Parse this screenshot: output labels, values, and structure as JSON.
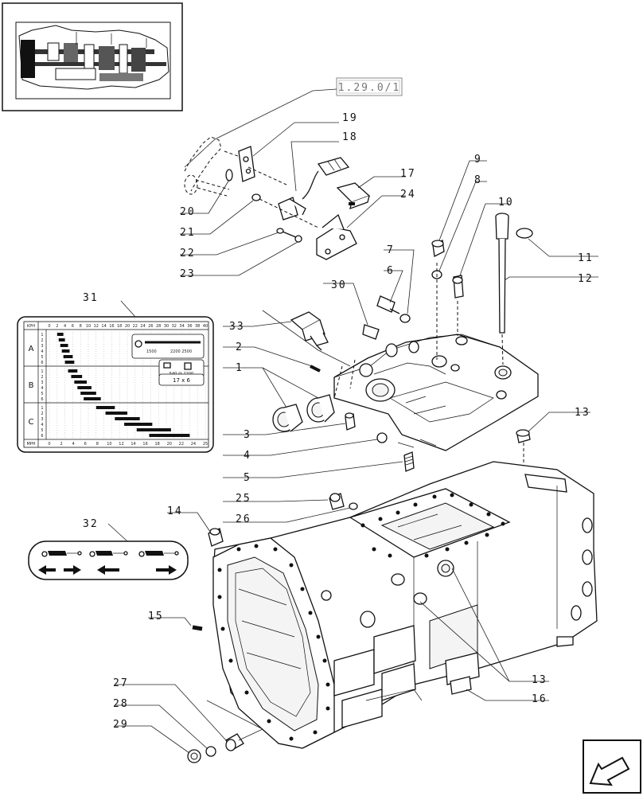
{
  "reference_box": {
    "label": "1.29.0/1"
  },
  "callouts": [
    "1",
    "2",
    "3",
    "4",
    "5",
    "6",
    "7",
    "8",
    "9",
    "10",
    "11",
    "12",
    "13",
    "14",
    "15",
    "16",
    "17",
    "18",
    "19",
    "20",
    "21",
    "22",
    "23",
    "24",
    "25",
    "26",
    "27",
    "28",
    "29",
    "30",
    "31",
    "32",
    "33"
  ],
  "speed_chart": {
    "header_left": "KPH",
    "footer_left": "MPH",
    "groups": [
      "A",
      "B",
      "C"
    ],
    "gears": [
      "1",
      "2",
      "3",
      "4",
      "5",
      "6"
    ],
    "kph_ticks": [
      "0",
      "2",
      "4",
      "6",
      "8",
      "10",
      "12",
      "14",
      "16",
      "18",
      "20",
      "22",
      "24",
      "26",
      "28",
      "30",
      "32",
      "34",
      "36",
      "38",
      "40"
    ],
    "mph_ticks": [
      "0",
      "2",
      "4",
      "6",
      "8",
      "10",
      "12",
      "14",
      "16",
      "18",
      "20",
      "22",
      "24",
      "25"
    ],
    "rpm_low": "1500",
    "rpm_high_range": "2200 2500",
    "pto_speed": "540 @ 2200",
    "tyre_size": "17 x 6"
  },
  "colors": {
    "ink": "#111111",
    "paper": "#ffffff"
  },
  "icons": [
    "thumbnail-schematic-icon",
    "speed-chart-icon",
    "shift-direction-icon",
    "navigation-arrow-icon"
  ]
}
